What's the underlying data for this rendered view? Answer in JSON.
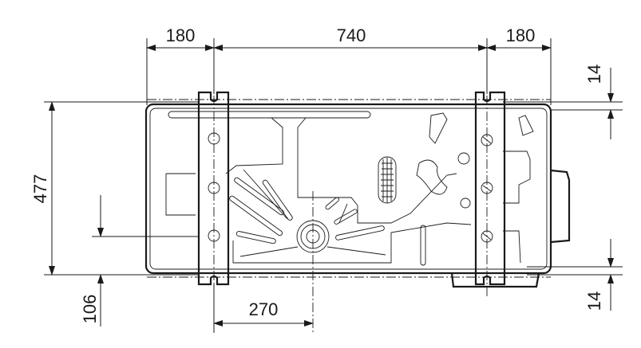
{
  "dimensions": {
    "top_left_width": "180",
    "top_center_width": "740",
    "top_right_width": "180",
    "right_top_offset": "14",
    "right_bottom_offset": "14",
    "left_height": "477",
    "left_drain_height": "106",
    "bottom_drain_offset": "270"
  },
  "colors": {
    "line": "#1a1a1a",
    "background": "#ffffff"
  }
}
